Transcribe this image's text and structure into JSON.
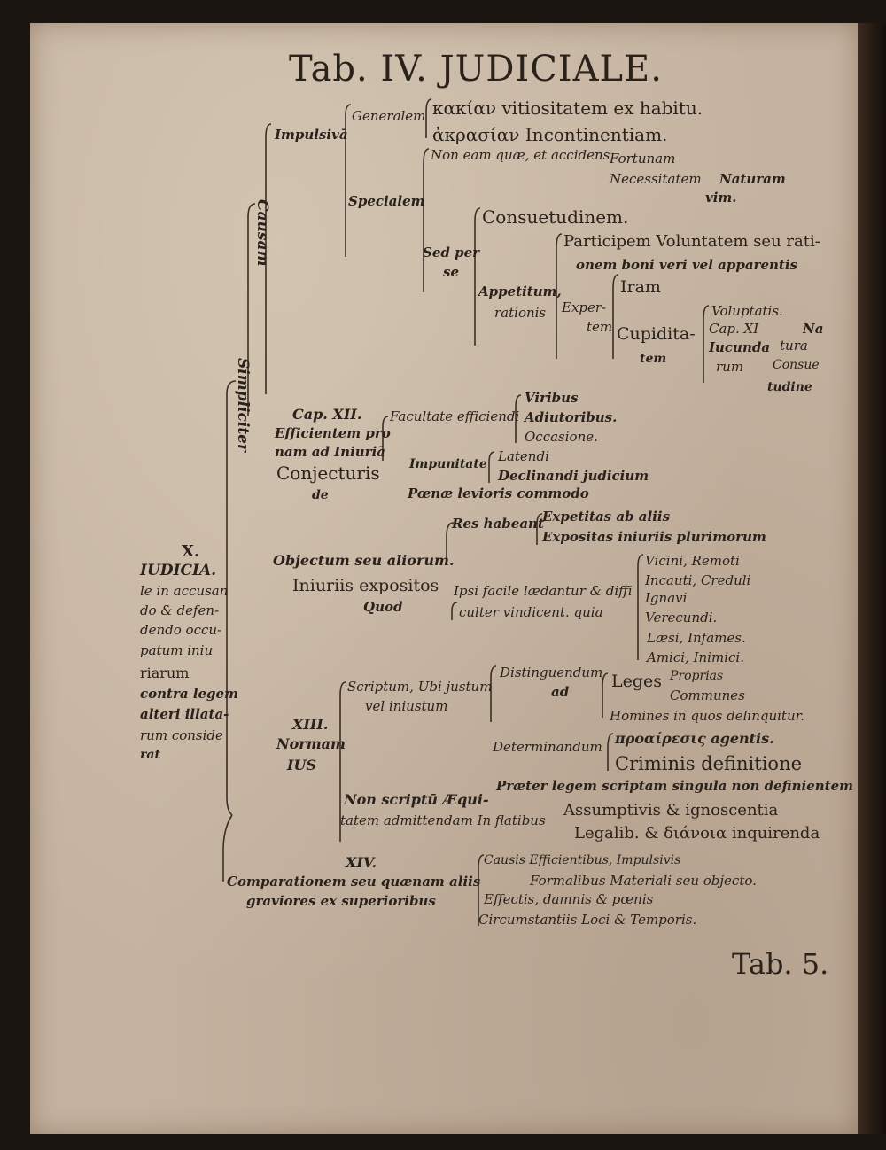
{
  "title": "Tab. IV. JUDICIALE.",
  "footer": "Tab. 5.",
  "left_block": {
    "number": "X.",
    "lines": [
      "IUDICIA.",
      "le in accusan",
      "do & defen-",
      "dendo occu-",
      "patum iniu",
      "riarum",
      "contra legem",
      "alteri illata-",
      "rum conside",
      "rat"
    ]
  },
  "vertical_labels": {
    "simpliciter": "Simpliciter",
    "causam": "Causam"
  },
  "causam_section": {
    "impulsiva": "Impulsivā",
    "generalem": "Generalem",
    "kakian": "κακίαν vitiositatem ex habitu.",
    "akrasian": "ἀκρασίαν Incontinentiam.",
    "specialem": "Specialem",
    "non_eam": "Non eam quæ, et accidens",
    "fortunam": "Fortunam",
    "necessitatem": "Necessitatem",
    "naturam": "Naturam",
    "vim": "vim.",
    "sed_per": "Sed per",
    "se": "se",
    "consuetudinem": "Consuetudinem.",
    "appetitum": "Appetitum,",
    "rationis": "rationis",
    "participem": "Participem Voluntatem seu rati-",
    "onem": "onem boni veri vel apparentis",
    "expertem": "Exper-",
    "tem": "tem",
    "iram": "Iram",
    "cupiditatem": "Cupidita-",
    "cupiditatem_2": "tem",
    "voluptatis": "Voluptatis.",
    "cap_xi": "Cap. XI",
    "iucundarum": "Iucunda",
    "rum": "rum",
    "na": "Na",
    "tura": "tura",
    "consue": "Consue",
    "tudine": "tudine"
  },
  "conjecturis_section": {
    "cap_xii": "Cap. XII.",
    "efficientem": "Efficientem pro",
    "nam_ad": "nam ad Iniuriā",
    "conjecturis": "Conjecturis",
    "de": "de",
    "facultate": "Facultate efficiendi",
    "viribus": "Viribus",
    "adiutoribus": "Adiutoribus.",
    "occasione": "Occasione.",
    "impunitate": "Impunitate",
    "latendi": "Latendi",
    "declinandi": "Declinandi judicium",
    "poena": "Pœnæ levioris commodo"
  },
  "objectum_section": {
    "res_habeant": "Res habeant",
    "expetitas": "Expetitas ab aliis",
    "expositas": "Expositas iniuriis plurimorum",
    "objectum": "Objectum seu aliorum.",
    "iniuriis": "Iniuriis expositos",
    "quod": "Quod",
    "ipsi": "Ipsi facile lædantur & diffi",
    "cultes": "culter vindicent. quia",
    "vicini": "Vicini, Remoti",
    "incauti": "Incauti, Creduli",
    "ignavi": "Ignavi",
    "verecundi": "Verecundi.",
    "laesi": "Læsi, Infames.",
    "amici": "Amici, Inimici."
  },
  "normam_section": {
    "xiii": "XIII.",
    "normam": "Normam",
    "ius": "IUS",
    "scriptum": "Scriptum, Ubi justum",
    "vel": "vel iniustum",
    "distinguendum": "Distinguendum",
    "ad": "ad",
    "leges": "Leges",
    "proprias": "Proprias",
    "communes": "Communes",
    "homines": "Homines in quos delinquitur.",
    "determinandum": "Determinandum",
    "proairesis": "προαίρεσις agentis.",
    "criminis": "Criminis definitione",
    "non_scriptum": "Non scriptū Æqui-",
    "tatem": "tatem admittendam In flatibus",
    "praeter": "Præter legem scriptam singula non definientem",
    "assumptivis": "Assumptivis & ignoscentia",
    "legalib": "Legalib. & διάνοια inquirenda"
  },
  "comparationem_section": {
    "xiv": "XIV.",
    "comparationem": "Comparationem seu quænam aliis",
    "graviores": "graviores ex superioribus",
    "causis": "Causis Efficientibus, Impulsivis",
    "formalibus": "Formalibus Materiali seu objecto.",
    "effectis": "Effectis, damnis & pœnis",
    "circumstantiis": "Circumstantiis Loci & Temporis."
  }
}
